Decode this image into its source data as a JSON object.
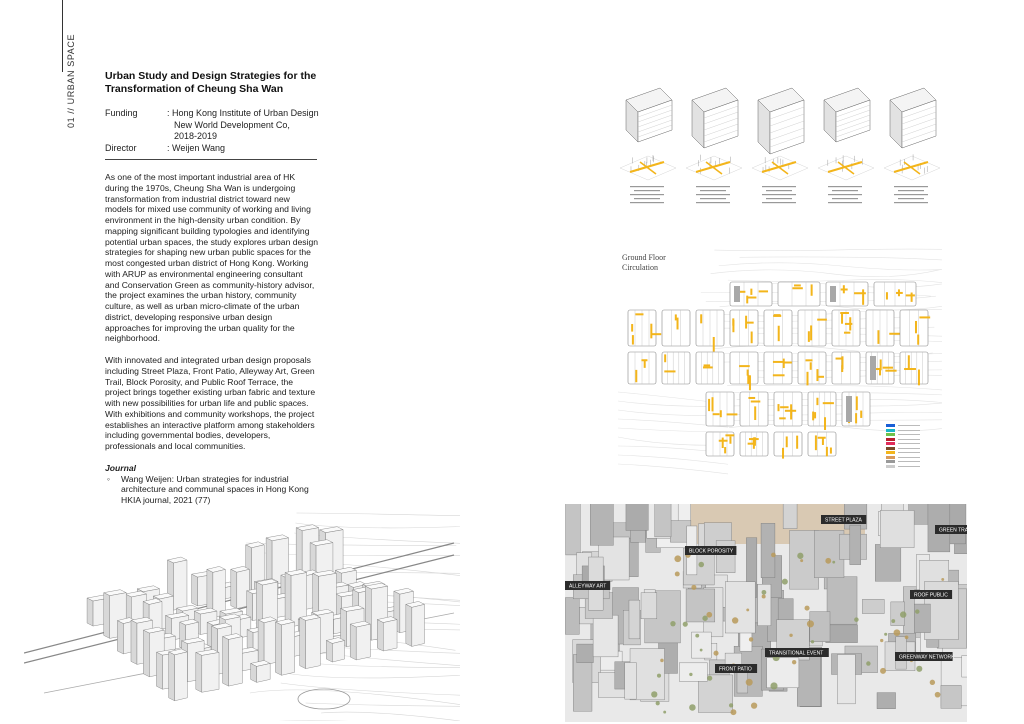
{
  "section_label": "01 // URBAN SPACE",
  "title": "Urban Study and Design Strategies for the Transformation of Cheung Sha Wan",
  "funding": {
    "label": "Funding",
    "lines": [
      ": Hong Kong Institute of Urban Design",
      "New World Development Co,",
      "2018-2019"
    ]
  },
  "director": {
    "label": "Director",
    "value": ": Weijen Wang"
  },
  "paragraphs": [
    "As one of the most important industrial area of HK during the 1970s, Cheung Sha Wan is undergoing transformation from industrial district toward new models for mixed use community of working and living environment in the high-density urban condition. By mapping significant building typologies and identifying potential urban spaces, the study explores urban design strategies for shaping new urban public spaces for the most congested urban district of Hong Kong. Working with ARUP as environmental engineering consultant and Conservation Green as community-history advisor, the project examines the urban history, community culture, as well as urban micro-climate of the urban district, developing responsive urban design approaches for improving the urban quality for the neighborhood.",
    "With innovated and integrated urban design proposals including Street Plaza, Front Patio, Alleyway Art, Green Trail, Block Porosity, and Public Roof Terrace, the project brings together existing urban fabric and texture with new possibilities for urban life and public spaces. With exhibitions and community workshops, the project establishes an interactive platform among stakeholders including governmental bodies, developers, professionals and local communities."
  ],
  "journal": {
    "heading": "Journal",
    "bullet": "◦",
    "items": [
      "Wang Weijen: Urban strategies for industrial architecture and communal spaces in Hong Kong HKIA journal, 2021 (77)"
    ]
  },
  "map": {
    "heading_line1": "Ground Floor",
    "heading_line2": "Circulation"
  },
  "design_tags": [
    "BLOCK POROSITY",
    "STREET PLAZA",
    "GREEN TRAIL",
    "ALLEYWAY ART",
    "ROOF PUBLIC",
    "TRANSITIONAL EVENT",
    "FRONT PATIO",
    "GREENWAY NETWORK"
  ],
  "colors": {
    "text": "#222222",
    "accent_yellow": "#f3b51b",
    "rule": "#444444",
    "tag_bg": "#2b2b2b",
    "legend": [
      "#1a5fd6",
      "#19b5c7",
      "#6fc24a",
      "#b81e2d",
      "#e02c5a",
      "#7a4a2a",
      "#f3b51b",
      "#d99a5a",
      "#999999",
      "#cccccc"
    ]
  }
}
